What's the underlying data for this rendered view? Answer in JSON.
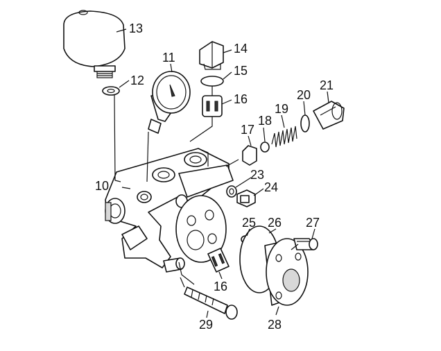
{
  "diagram": {
    "callouts": {
      "p10": "10",
      "p11": "11",
      "p12": "12",
      "p13": "13",
      "p14": "14",
      "p15": "15",
      "p16a": "16",
      "p16b": "16",
      "p17": "17",
      "p18": "18",
      "p19": "19",
      "p20": "20",
      "p21": "21",
      "p23": "23",
      "p24": "24",
      "p25": "25",
      "p26": "26",
      "p27": "27",
      "p28": "28",
      "p29": "29"
    }
  }
}
